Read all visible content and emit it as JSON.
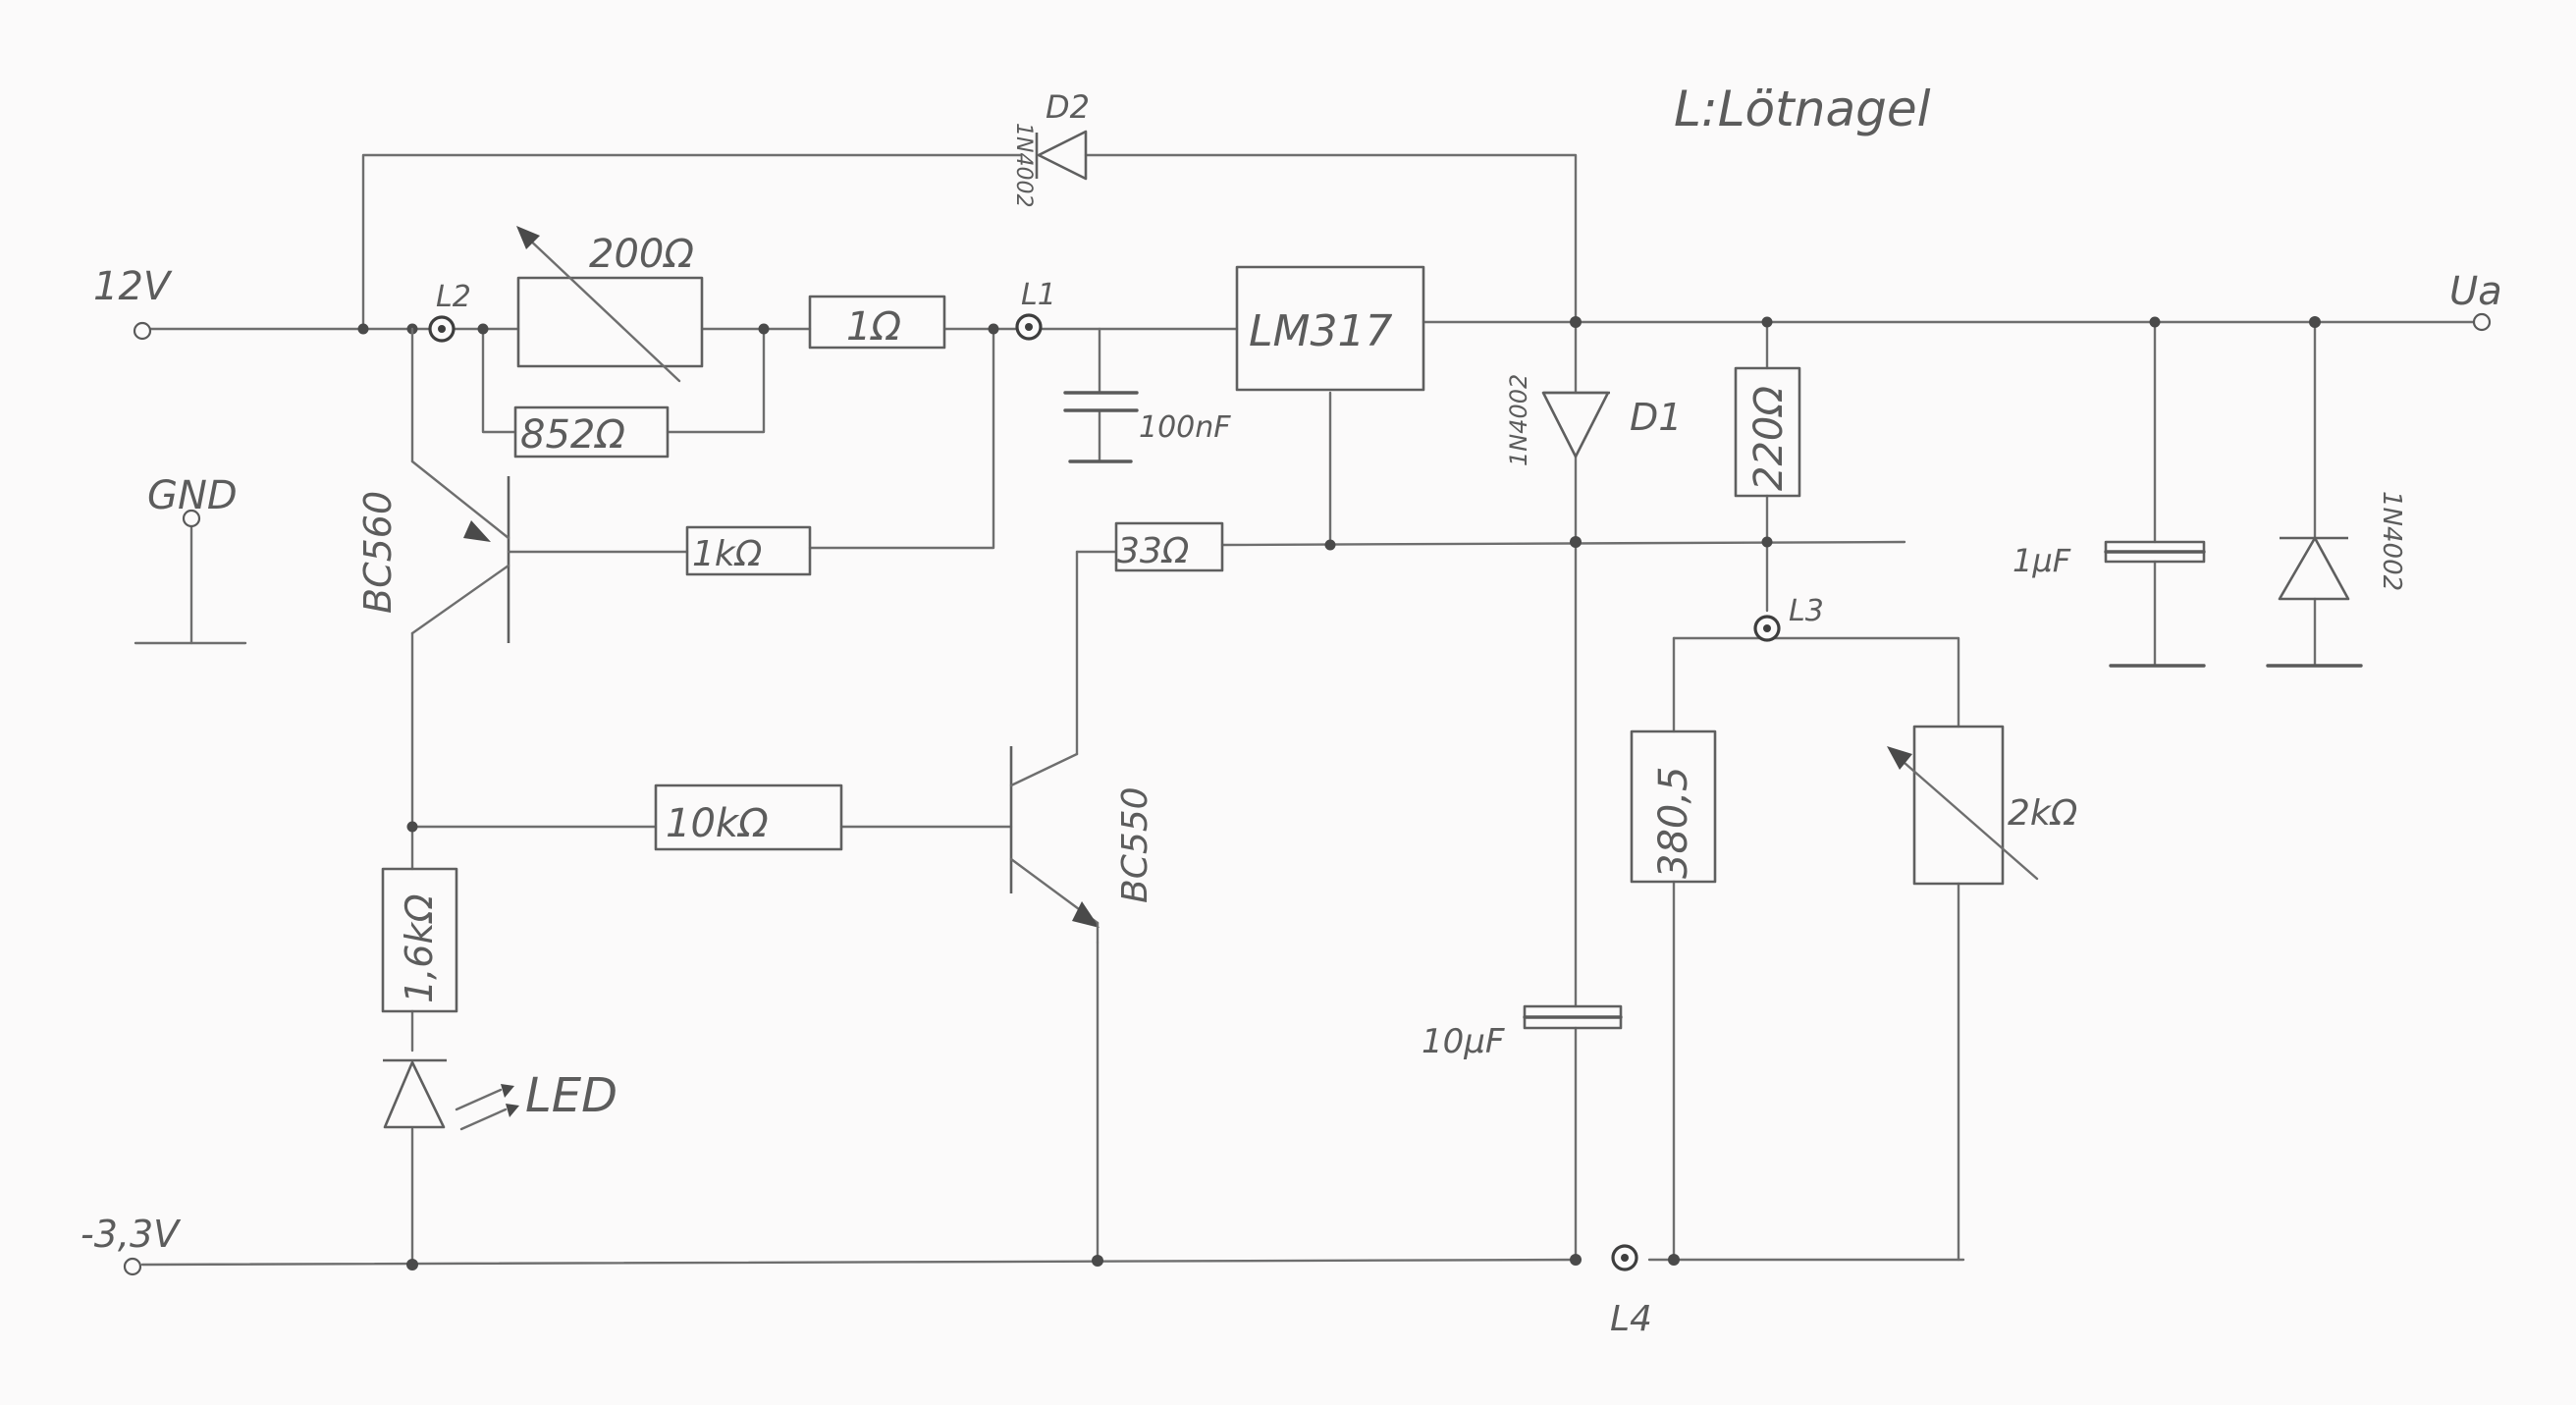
{
  "title": "L:Lötnagel",
  "terminals": {
    "input": "12V",
    "ground": "GND",
    "negative": "-3,3V",
    "output": "Ua"
  },
  "nails": [
    "L1",
    "L2",
    "L3",
    "L4"
  ],
  "regulator": {
    "label": "LM317"
  },
  "resistors": {
    "r200": "200Ω",
    "r1": "1Ω",
    "r852": "852Ω",
    "r1k": "1kΩ",
    "r33": "33Ω",
    "r10k": "10kΩ",
    "r16k": "1,6kΩ",
    "r220": "220Ω",
    "r380": "380,5",
    "r2k": "2kΩ"
  },
  "capacitors": {
    "c100n": "100nF",
    "c10u": "10μF",
    "c1u": "1μF"
  },
  "diodes": {
    "d2_name": "D2",
    "d2_type": "1N4002",
    "d1_name": "D1",
    "d1_type": "1N4002",
    "d3_type": "1N4002"
  },
  "transistors": {
    "q1": "BC560",
    "q2": "BC550"
  },
  "led": "LED"
}
